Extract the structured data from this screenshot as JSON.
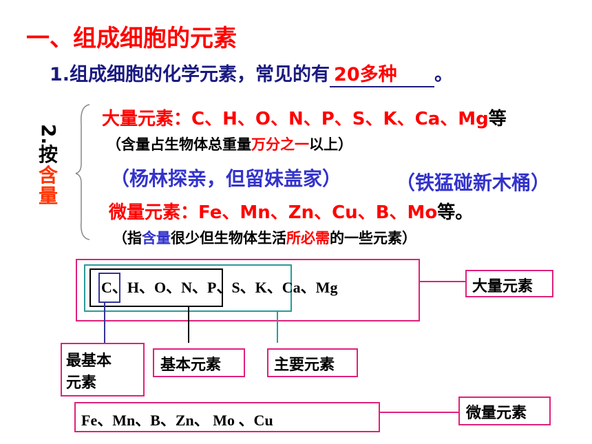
{
  "title": "一、组成细胞的元素",
  "line1": {
    "prefix": "1.组成细胞的化学元素，常见的有",
    "answer": "20多种",
    "suffix": "。"
  },
  "side_label": {
    "chars": [
      "2.",
      "按",
      "含",
      "量"
    ]
  },
  "macro": {
    "label": "大量元素：",
    "elements": "C、H、O、N、P、S、K、Ca、Mg",
    "suffix": "等",
    "note_prefix": "（含量占生物体总重量",
    "note_highlight": "万分之一",
    "note_suffix": "以上）"
  },
  "mnemonic_macro": "（杨林探亲，但留妹盖家）",
  "mnemonic_micro": "（铁猛碰新木桶）",
  "micro": {
    "label": "微量元素：",
    "elements": "Fe、Mn、Zn、Cu、B、Mo",
    "suffix": "等。",
    "note_p1": "（指",
    "note_p2": "含量",
    "note_p3": "很少但生物体生活",
    "note_p4": "所必需",
    "note_p5": "的一些元素）"
  },
  "diagram": {
    "macro_list": "C、H、O、N、P、S、K、Ca、Mg",
    "macro_tag": "大量元素",
    "most_basic": [
      "最基本",
      "元素"
    ],
    "basic": "基本元素",
    "main": "主要元素",
    "micro_list": "Fe、Mn、B、Zn、 Mo 、Cu",
    "micro_tag": "微量元素"
  },
  "colors": {
    "red": "#ff0000",
    "blue": "#3333cc",
    "magenta_border": "#e0207a",
    "teal_border": "#2a9a9a",
    "navy_border": "#333399"
  }
}
